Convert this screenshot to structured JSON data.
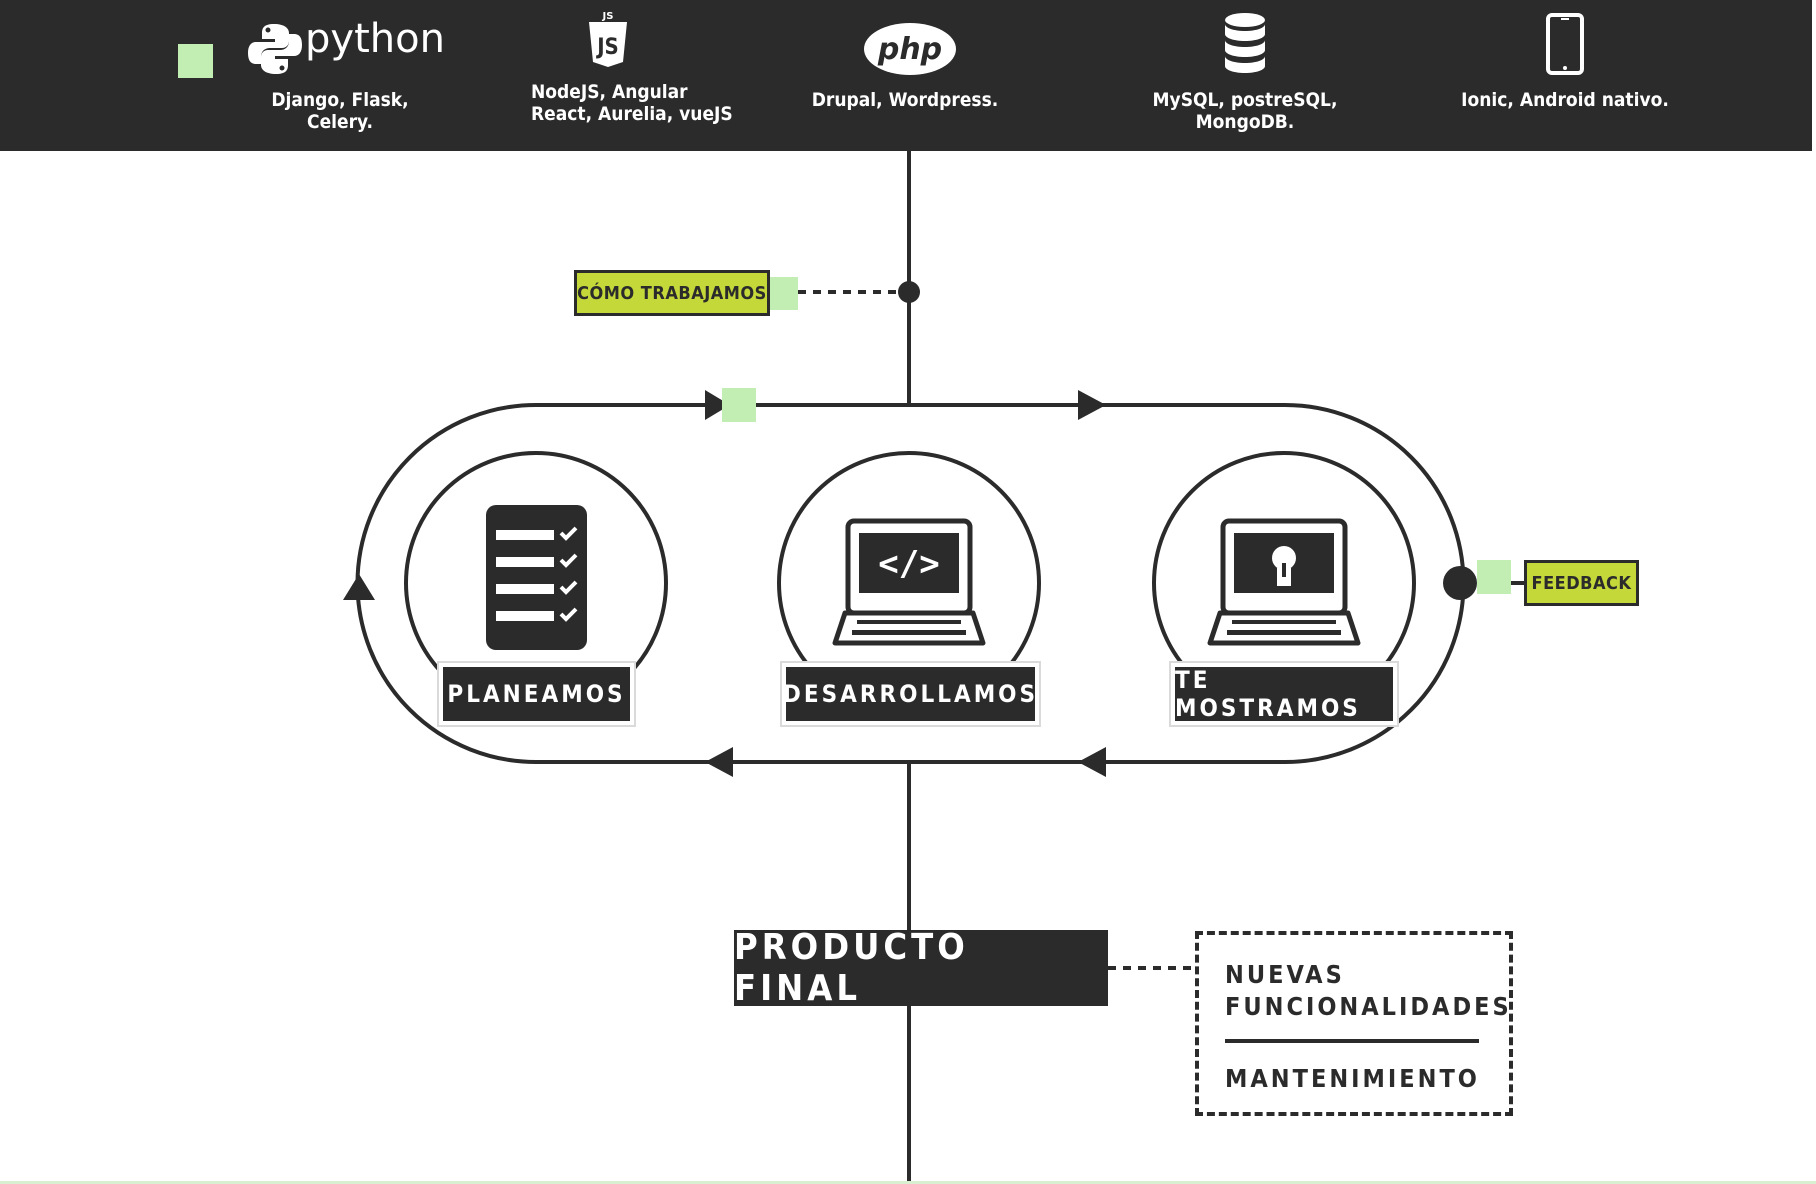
{
  "colors": {
    "dark": "#2b2b2b",
    "accent_green": "#c4d83a",
    "light_green": "#c3eeb3",
    "white": "#ffffff"
  },
  "header": {
    "technologies": [
      {
        "logo": "python",
        "icon": "python-icon",
        "caption": "Django, Flask, Celery."
      },
      {
        "logo": "JS",
        "icon": "javascript-icon",
        "caption": "NodeJS, Angular\nReact, Aurelia, vueJS"
      },
      {
        "logo": "php",
        "icon": "php-icon",
        "caption": "Drupal, Wordpress."
      },
      {
        "logo": "",
        "icon": "database-icon",
        "caption": "MySQL, postreSQL, MongoDB."
      },
      {
        "logo": "",
        "icon": "smartphone-icon",
        "caption": "Ionic, Android nativo."
      }
    ]
  },
  "diagram": {
    "how_we_work_tag": "CÓMO TRABAJAMOS",
    "feedback_tag": "FEEDBACK",
    "stages": [
      {
        "label": "PLANEAMOS",
        "icon": "checklist-icon"
      },
      {
        "label": "DESARROLLAMOS",
        "icon": "laptop-code-icon"
      },
      {
        "label": "TE MOSTRAMOS",
        "icon": "laptop-lightbulb-icon"
      }
    ],
    "final_product": "PRODUCTO FINAL",
    "services": {
      "item1": "NUEVAS\nFUNCIONALIDADES",
      "item2": "MANTENIMIENTO"
    }
  }
}
